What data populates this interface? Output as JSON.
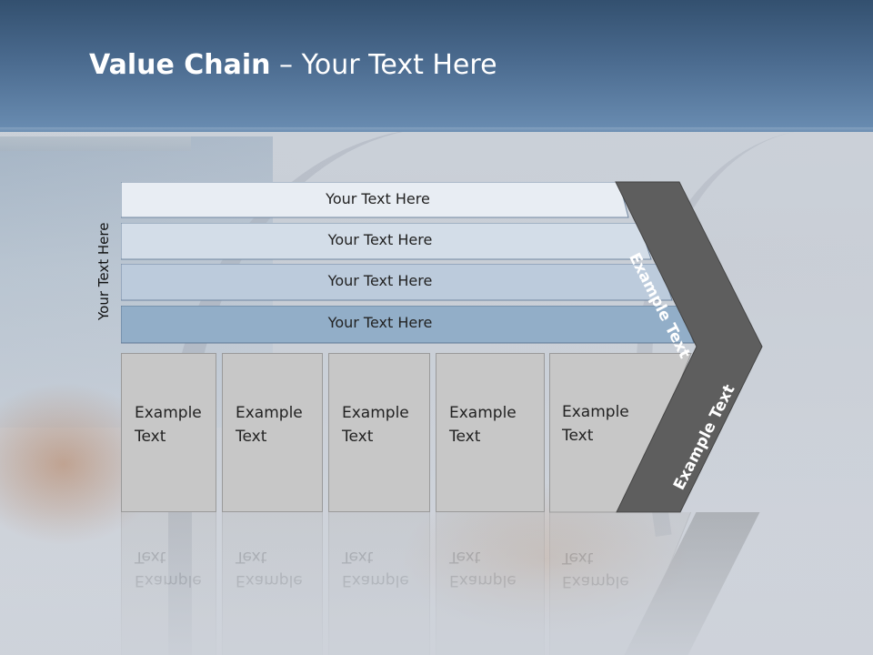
{
  "title": {
    "bold": "Value Chain",
    "rest": " – Your Text Here"
  },
  "side_label": "Your Text Here",
  "bars": [
    {
      "label": "Your Text Here",
      "color": "#e8edf3"
    },
    {
      "label": "Your Text Here",
      "color": "#d3dde8"
    },
    {
      "label": "Your Text Here",
      "color": "#bccbdc"
    },
    {
      "label": "Your Text Here",
      "color": "#92aec8"
    }
  ],
  "columns": [
    {
      "line1": "Example",
      "line2": "Text"
    },
    {
      "line1": "Example",
      "line2": "Text"
    },
    {
      "line1": "Example",
      "line2": "Text"
    },
    {
      "line1": "Example",
      "line2": "Text"
    },
    {
      "line1": "Example",
      "line2": "Text"
    }
  ],
  "chevron": {
    "upper": "Example Text",
    "lower": "Example Text",
    "color": "#5e5e5e"
  },
  "colors": {
    "header": "#4a6a8e",
    "column": "#c7c7c7"
  }
}
